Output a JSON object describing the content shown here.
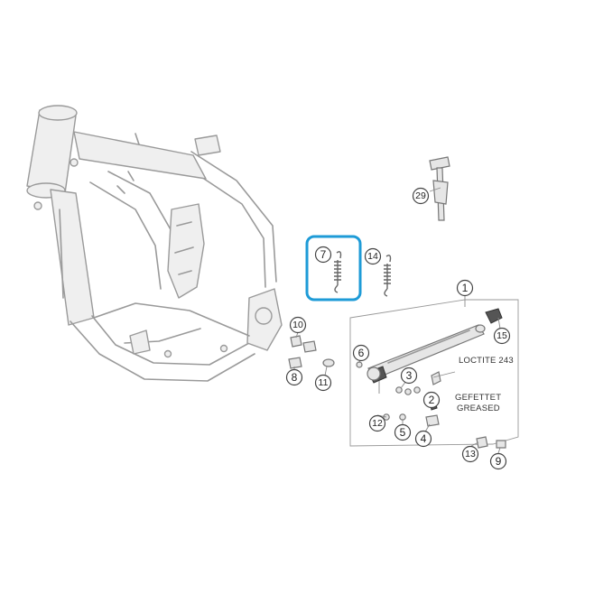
{
  "diagram": {
    "highlight_color": "#1e9bd7",
    "highlighted_part": "7",
    "callouts": {
      "c1": "1",
      "c2": "2",
      "c3": "3",
      "c5": "5",
      "c6": "6",
      "c7": "7",
      "c8": "8",
      "c9": "9",
      "c10": "10",
      "c11": "11",
      "c12": "12",
      "c13": "13",
      "c4": "4",
      "c14": "14",
      "c15": "15",
      "c29": "29"
    },
    "notes": {
      "loctite": "LOCTITE 243",
      "greased_de": "GEFETTET",
      "greased_en": "GREASED"
    }
  }
}
